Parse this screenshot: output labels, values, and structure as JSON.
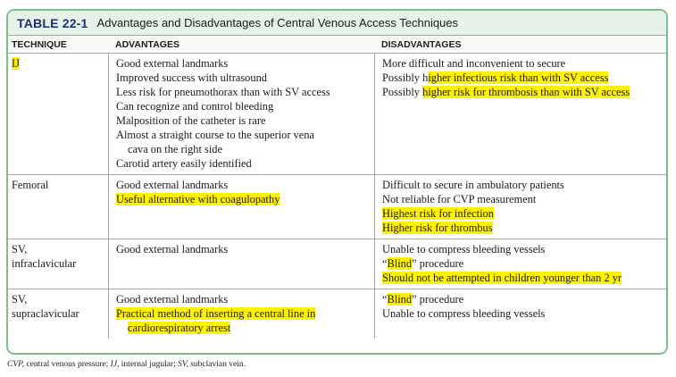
{
  "table": {
    "number": "TABLE 22-1",
    "title": "Advantages and Disadvantages of Central Venous Access Techniques",
    "headers": [
      "TECHNIQUE",
      "ADVANTAGES",
      "DISADVANTAGES"
    ],
    "rows": [
      {
        "technique": [
          [
            {
              "t": "IJ",
              "h": true
            }
          ]
        ],
        "advantages": [
          [
            {
              "t": "Good external landmarks"
            }
          ],
          [
            {
              "t": "Improved success with ultrasound"
            }
          ],
          [
            {
              "t": "Less risk for pneumothorax than with SV access"
            }
          ],
          [
            {
              "t": "Can recognize and control bleeding"
            }
          ],
          [
            {
              "t": "Malposition of the catheter is rare"
            }
          ],
          [
            {
              "t": "Almost a straight course to the superior vena"
            }
          ],
          [
            {
              "t": "cava on the right side",
              "indent": true
            }
          ],
          [
            {
              "t": "Carotid artery easily identified"
            }
          ]
        ],
        "disadvantages": [
          [
            {
              "t": "More difficult and inconvenient to secure"
            }
          ],
          [
            {
              "t": "Possibly h"
            },
            {
              "t": "igher infectious risk than with SV access",
              "h": true
            }
          ],
          [
            {
              "t": "Possibly "
            },
            {
              "t": "higher risk for thrombosis than with SV access",
              "h": true
            }
          ]
        ]
      },
      {
        "technique": [
          [
            {
              "t": "Femoral"
            }
          ]
        ],
        "advantages": [
          [
            {
              "t": "Good external landmarks"
            }
          ],
          [
            {
              "t": "Useful alternative with coagulopathy",
              "h": true
            }
          ]
        ],
        "disadvantages": [
          [
            {
              "t": "Difficult to secure in ambulatory patients"
            }
          ],
          [
            {
              "t": "Not reliable for CVP measurement"
            }
          ],
          [
            {
              "t": "Highest risk for infection",
              "h": true
            }
          ],
          [
            {
              "t": "Higher risk for thrombus",
              "h": true
            }
          ]
        ]
      },
      {
        "technique": [
          [
            {
              "t": "SV,"
            }
          ],
          [
            {
              "t": "infraclavicular"
            }
          ]
        ],
        "advantages": [
          [
            {
              "t": "Good external landmarks"
            }
          ]
        ],
        "disadvantages": [
          [
            {
              "t": "Unable to compress bleeding vessels"
            }
          ],
          [
            {
              "t": "“"
            },
            {
              "t": "Blind",
              "h": true
            },
            {
              "t": "” procedure"
            }
          ],
          [
            {
              "t": "Should not be attempted in children younger than 2 yr",
              "h": true
            }
          ]
        ]
      },
      {
        "technique": [
          [
            {
              "t": "SV,"
            }
          ],
          [
            {
              "t": "supraclavicular"
            }
          ]
        ],
        "advantages": [
          [
            {
              "t": "Good external landmarks"
            }
          ],
          [
            {
              "t": "Practical method of inserting a central line in",
              "h": true
            }
          ],
          [
            {
              "t": "cardiorespiratory arrest",
              "h": true,
              "indent": true
            }
          ]
        ],
        "disadvantages": [
          [
            {
              "t": "“"
            },
            {
              "t": "Blind",
              "h": true
            },
            {
              "t": "” procedure"
            }
          ],
          [
            {
              "t": "Unable to compress bleeding vessels"
            }
          ]
        ]
      }
    ]
  },
  "footnote": [
    {
      "t": "CVP,",
      "i": true
    },
    {
      "t": " central venous pressure; "
    },
    {
      "t": "IJ,",
      "i": true
    },
    {
      "t": " internal jugular; "
    },
    {
      "t": "SV,",
      "i": true
    },
    {
      "t": " subclavian vein."
    }
  ],
  "colors": {
    "border": "#7cbf8c",
    "title_fill": "#e6f2e7",
    "title_number": "#1f2f73",
    "highlight": "#fff200"
  }
}
